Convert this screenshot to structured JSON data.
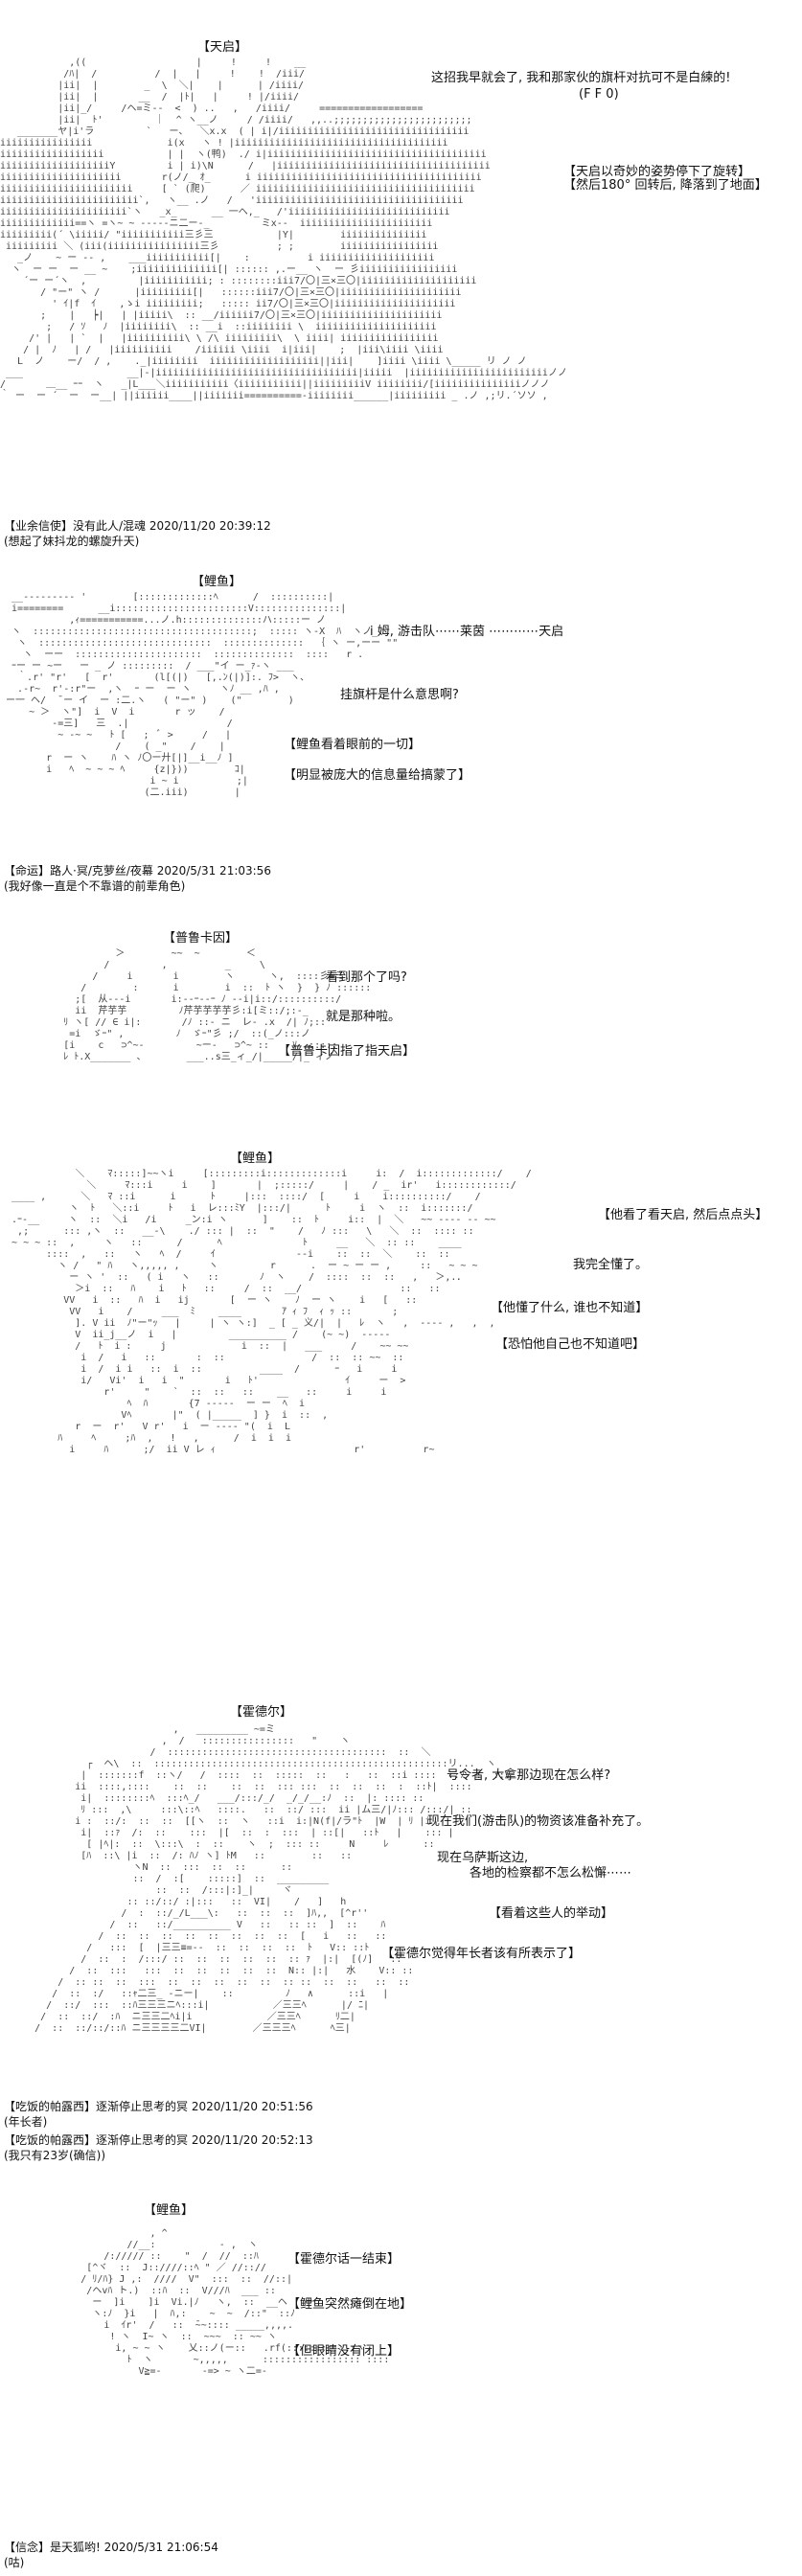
{
  "panel1": {
    "name": "【天启】",
    "speech1": "这招我早就会了, 我和那家伙的旗杆对抗可不是白練的!",
    "speech2": "(F F 0)",
    "narr1": "【天启以奇妙的姿势停下了旋转】",
    "narr2": "【然后180° 回转后, 降落到了地面】",
    "post": "【业余信使】没有此人/混魂 2020/11/20 20:39:12",
    "comment": "(想起了妹抖龙的螺旋升天)"
  },
  "panel2": {
    "name": "【鲤鱼】",
    "speech1": "i 姆, 游击队⋯⋯莱茵 ⋯⋯⋯⋯天启",
    "speech2": "挂旗杆是什么意思啊?",
    "narr1": "【鲤鱼看着眼前的一切】",
    "narr2": "【明显被庞大的信息量给搞蒙了】",
    "post": "【命运】路人·冥/克萝丝/夜幕 2020/5/31 21:03:56",
    "comment": "(我好像一直是个不靠谱的前辈角色)"
  },
  "panel3": {
    "name": "【普鲁卡因】",
    "speech1": "看到那个了吗?",
    "speech2": "就是那种啦。",
    "narr1": "【普鲁卡因指了指天启】"
  },
  "panel4": {
    "name": "【鲤鱼】",
    "narr1": "【他看了看天启, 然后点点头】",
    "speech1": "我完全懂了。",
    "narr2": "【他懂了什么, 谁也不知道】",
    "narr3": "【恐怕他自己也不知道吧】"
  },
  "panel5": {
    "name": "【霍德尔】",
    "speech1": "号令者, 大拿那边现在怎么样?",
    "speech2": "现在我们(游击队)的物资该准备补充了。",
    "speech3": "现在乌萨斯这边,",
    "speech4": "各地的检察都不怎么松懈⋯⋯",
    "narr1": "【看着这些人的举动】",
    "narr2": "【霍德尔觉得年长者该有所表示了】",
    "post1": "【吃饭的帕露西】逐渐停止思考的冥 2020/11/20 20:51:56",
    "comment1": "(年长者)",
    "post2": "【吃饭的帕露西】逐渐停止思考的冥 2020/11/20 20:52:13",
    "comment2": "(我只有23岁(确信))"
  },
  "panel6": {
    "name": "【鲤鱼】",
    "narr1": "【霍德尔话一结束】",
    "narr2": "【鲤鱼突然瘫倒在地】",
    "narr3": "【但眼睛没有闭上】",
    "post": "【信念】是天狐哟! 2020/5/31 21:06:54",
    "comment": "(咕)"
  }
}
